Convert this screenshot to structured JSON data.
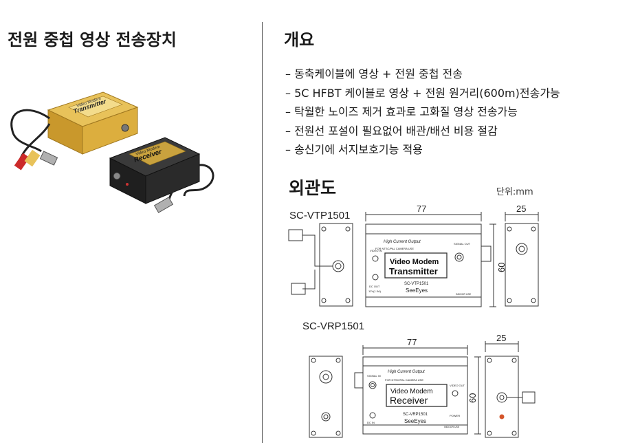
{
  "left": {
    "title": "전원 중첩 영상 전송장치",
    "device1": {
      "title": "Video Modem",
      "name": "Transmitter"
    },
    "device2": {
      "title": "Video Modem",
      "name": "Receiver"
    }
  },
  "overview": {
    "title": "개요",
    "items": [
      "– 동축케이블에 영상 + 전원 중첩 전송",
      "– 5C HFBT 케이블로 영상 + 전원 원거리(600m)전송가능",
      "– 탁월한 노이즈 제거 효과로 고화질 영상 전송가능",
      "– 전원선 포설이 필요없어 배관/배선 비용 절감",
      "– 송신기에 서지보호기능 적용"
    ]
  },
  "dimensions": {
    "title": "외관도",
    "unit": "단위:mm",
    "transmitter": {
      "model": "SC-VTP1501",
      "length": "77",
      "width": "25",
      "height": "60",
      "banner": "High Current Output",
      "camera_use": "FOR NTSC/PAL CAMERA USE",
      "label_line1": "Video Modem",
      "label_line2": "Transmitter",
      "video_in": "VIDEO IN",
      "signal_out": "SIGNAL OUT",
      "dc_out": "DC OUT",
      "dc_rating": "12V(1.3A)",
      "part_no": "SC-VTP1501",
      "brand": "SeeEyes",
      "indoor": "INDOOR USE"
    },
    "receiver": {
      "model": "SC-VRP1501",
      "length": "77",
      "width": "25",
      "height": "60",
      "banner": "High Current Output",
      "camera_use": "FOR NTSC/PAL CAMERA USE",
      "label_line1": "Video Modem",
      "label_line2": "Receiver",
      "signal_in": "SIGNAL IN",
      "video_out": "VIDEO OUT",
      "dc_in": "DC IN",
      "power": "POWER",
      "part_no": "SC-VRP1501",
      "brand": "SeeEyes",
      "indoor": "INDOOR USE"
    }
  }
}
